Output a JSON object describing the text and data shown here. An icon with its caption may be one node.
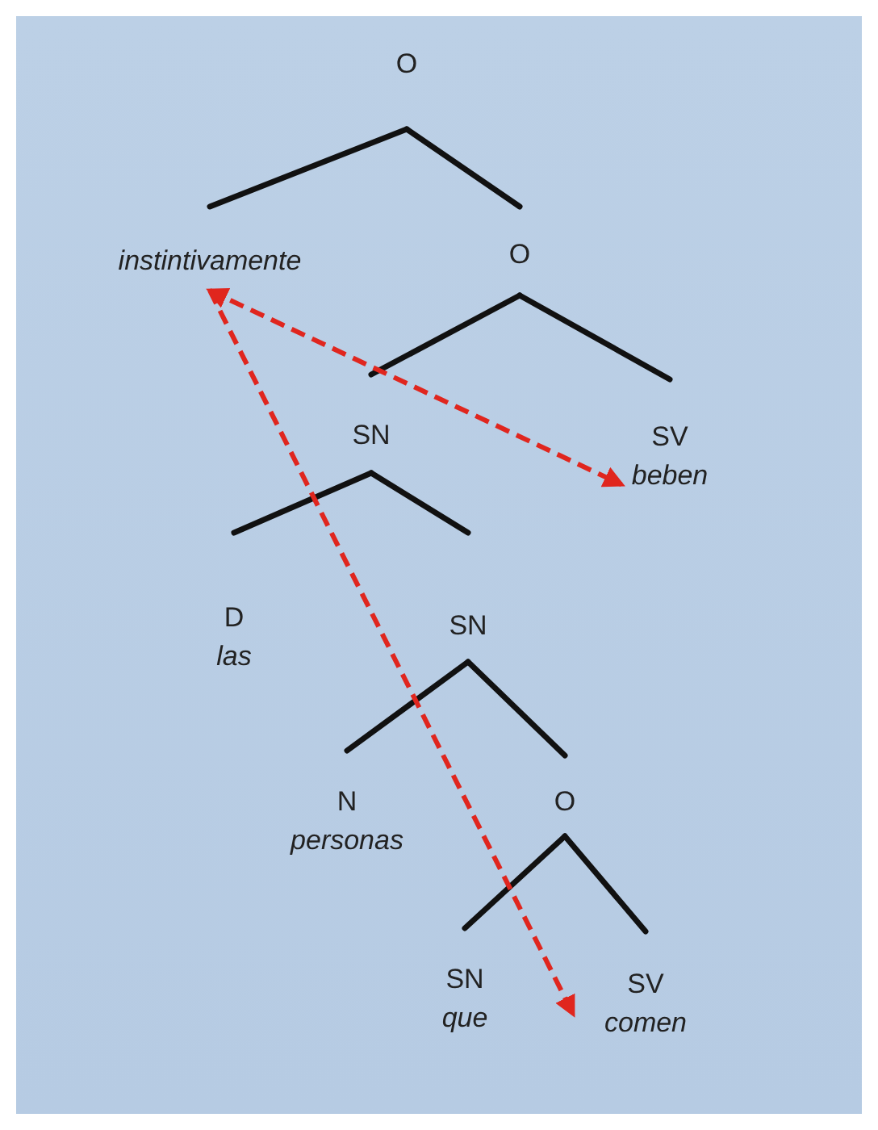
{
  "diagram": {
    "nodes": [
      {
        "text": [
          "O"
        ]
      },
      {
        "text": [
          "instintivamente"
        ]
      },
      {
        "text": [
          "O"
        ]
      },
      {
        "text": [
          "SN"
        ]
      },
      {
        "text": [
          "SV",
          "beben"
        ]
      },
      {
        "text": [
          "D",
          "las"
        ]
      },
      {
        "text": [
          "SN"
        ]
      },
      {
        "text": [
          "N",
          "personas"
        ]
      },
      {
        "text": [
          "O"
        ]
      },
      {
        "text": [
          "SN",
          "que"
        ]
      },
      {
        "text": [
          "SV",
          "comen"
        ]
      }
    ],
    "edges": [
      {
        "from": 0,
        "to": 1,
        "arrow": "none"
      },
      {
        "from": 0,
        "to": 2,
        "arrow": "none"
      },
      {
        "from": 2,
        "to": 3,
        "arrow": "none"
      },
      {
        "from": 2,
        "to": 4,
        "arrow": "none"
      },
      {
        "from": 3,
        "to": 5,
        "arrow": "none"
      },
      {
        "from": 3,
        "to": 6,
        "arrow": "none"
      },
      {
        "from": 6,
        "to": 7,
        "arrow": "none"
      },
      {
        "from": 6,
        "to": 8,
        "arrow": "none"
      },
      {
        "from": 8,
        "to": 9,
        "arrow": "none"
      },
      {
        "from": 8,
        "to": 10,
        "arrow": "none"
      },
      {
        "from": 1,
        "to": 4,
        "arrow": "both",
        "style": "dashed",
        "color": "#e0261e"
      },
      {
        "from": 1,
        "to": 10,
        "arrow": "to",
        "style": "dashed",
        "color": "#e0261e"
      }
    ]
  }
}
